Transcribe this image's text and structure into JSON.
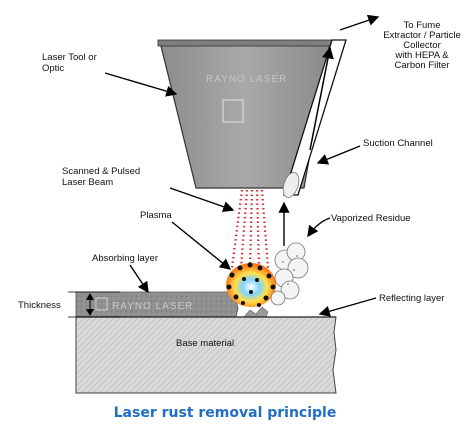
{
  "labels": {
    "laser_tool": [
      "Laser Tool or",
      "Optic"
    ],
    "fume": [
      "To Fume",
      "Extractor / Particle",
      "Collector",
      "with HEPA &",
      "Carbon Filter"
    ],
    "suction": "Suction Channel",
    "beam": [
      "Scanned & Pulsed",
      "Laser Beam"
    ],
    "plasma": "Plasma",
    "vaporized": "Vaporized Residue",
    "absorbing": "Absorbing layer",
    "thickness": "Thickness",
    "reflecting": "Reflecting layer",
    "base": "Base material"
  },
  "caption": "Laser rust removal principle",
  "watermark": [
    "RAYNO LASER"
  ],
  "colors": {
    "caption": "#1f6fc4",
    "beam": "#d0282e",
    "optic_fill": "#9a9a9a",
    "layer_fill": "#8a8a8a",
    "base_fill": "#d9d9d9"
  }
}
